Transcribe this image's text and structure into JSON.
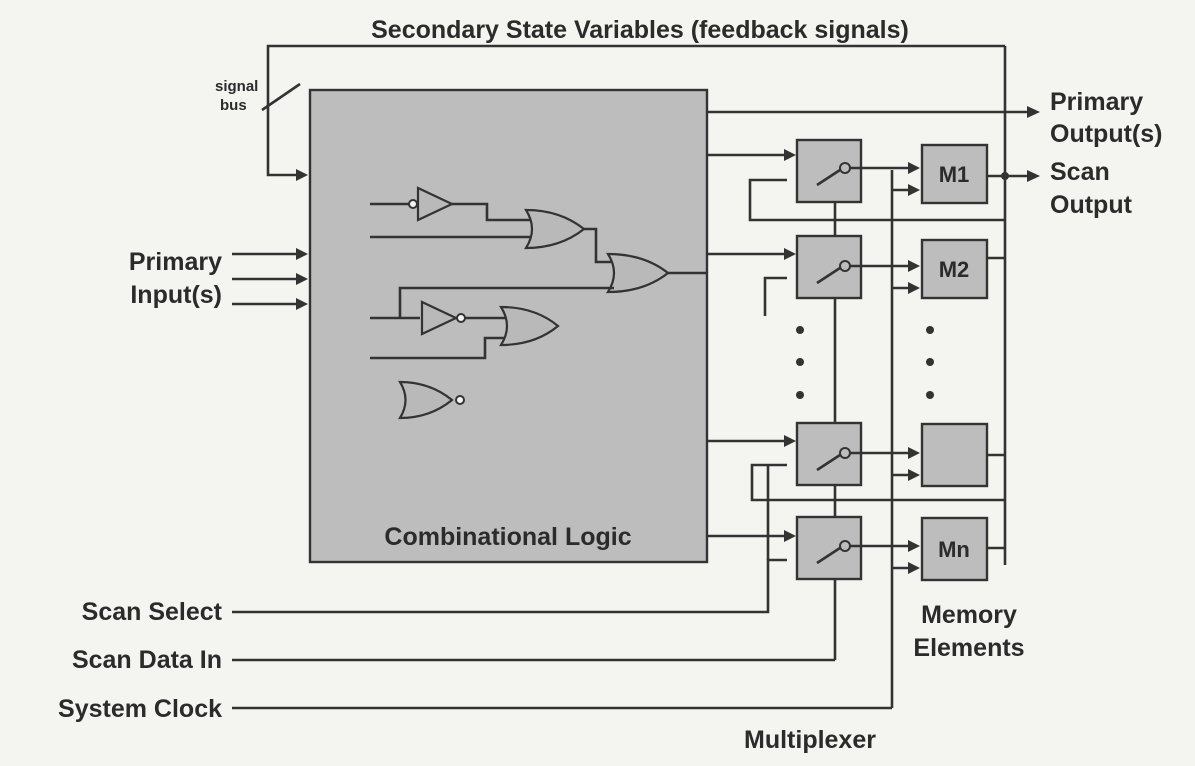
{
  "diagram": {
    "title": "Secondary State Variables (feedback signals)",
    "signal_bus_label_1": "signal",
    "signal_bus_label_2": "bus",
    "primary_input_1": "Primary",
    "primary_input_2": "Input(s)",
    "primary_output_1": "Primary",
    "primary_output_2": "Output(s)",
    "scan_output_1": "Scan",
    "scan_output_2": "Output",
    "combinational_logic": "Combinational Logic",
    "scan_select": "Scan Select",
    "scan_data_in": "Scan Data In",
    "system_clock": "System Clock",
    "multiplexer": "Multiplexer",
    "memory_elements_1": "Memory",
    "memory_elements_2": "Elements",
    "memory_labels": [
      "M1",
      "M2",
      "",
      "Mn"
    ]
  },
  "colors": {
    "background": "#f4f4f0",
    "block_fill": "#bdbdbd",
    "line": "#333333"
  }
}
